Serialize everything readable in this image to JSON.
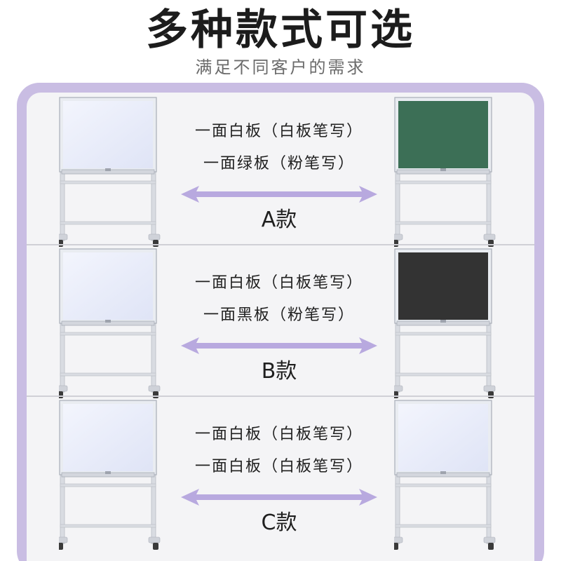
{
  "header": {
    "title": "多种款式可选",
    "subtitle": "满足不同客户的需求"
  },
  "colors": {
    "frame": "#c9bde3",
    "arrow": "#b8a9df",
    "white_surface": "#e6ebfa",
    "green_surface": "#3c6f56",
    "black_surface": "#333333"
  },
  "rows": [
    {
      "line1": "一面白板（白板笔写）",
      "line2": "一面绿板（粉笔写）",
      "label": "A款",
      "left_surface": "white",
      "right_surface": "green"
    },
    {
      "line1": "一面白板（白板笔写）",
      "line2": "一面黑板（粉笔写）",
      "label": "B款",
      "left_surface": "white",
      "right_surface": "black"
    },
    {
      "line1": "一面白板（白板笔写）",
      "line2": "一面白板（白板笔写）",
      "label": "C款",
      "left_surface": "white",
      "right_surface": "white"
    }
  ]
}
